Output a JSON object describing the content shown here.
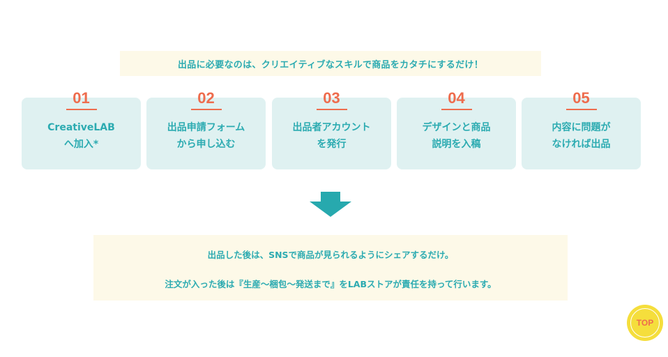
{
  "intro": "出品に必要なのは、クリエイティブなスキルで商品をカタチにするだけ！",
  "steps": [
    {
      "num": "01",
      "text": "CreativeLAB\nへ加入*"
    },
    {
      "num": "02",
      "text": "出品申請フォーム\nから申し込む"
    },
    {
      "num": "03",
      "text": "出品者アカウント\nを発行"
    },
    {
      "num": "04",
      "text": "デザインと商品\n説明を入稿"
    },
    {
      "num": "05",
      "text": "内容に問題が\nなければ出品"
    }
  ],
  "arrow_icon": "down-arrow-icon",
  "summary": {
    "line1": "出品した後は、SNSで商品が見られるようにシェアするだけ。",
    "line2": "注文が入った後は『生産〜梱包〜発送まで』をLABストアが責任を持って行います。"
  },
  "top_button": {
    "label": "TOP"
  },
  "colors": {
    "accent_teal": "#2cabb1",
    "step_number": "#ee6c4d",
    "step_bg": "#dff1f1",
    "note_bg": "#fdf9e8",
    "top_button_bg": "#f5de3c"
  }
}
